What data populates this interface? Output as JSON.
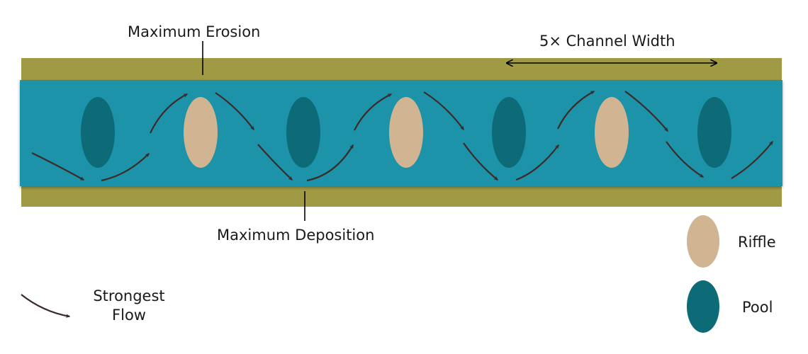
{
  "labels": {
    "max_erosion": "Maximum Erosion",
    "max_deposition": "Maximum Deposition",
    "channel_width": "5× Channel Width",
    "strongest_flow_line1": "Strongest",
    "strongest_flow_line2": "Flow"
  },
  "legend": [
    {
      "label": "Riffle",
      "kind": "riffle"
    },
    {
      "label": "Pool",
      "kind": "pool"
    }
  ],
  "colors": {
    "bank": "#a09a45",
    "water": "#1a93a8",
    "pool": "#0d6b78",
    "riffle": "#d1b592",
    "arrow": "#3d2a2a"
  },
  "features": [
    "pool",
    "riffle",
    "pool",
    "riffle",
    "pool",
    "riffle",
    "pool"
  ]
}
